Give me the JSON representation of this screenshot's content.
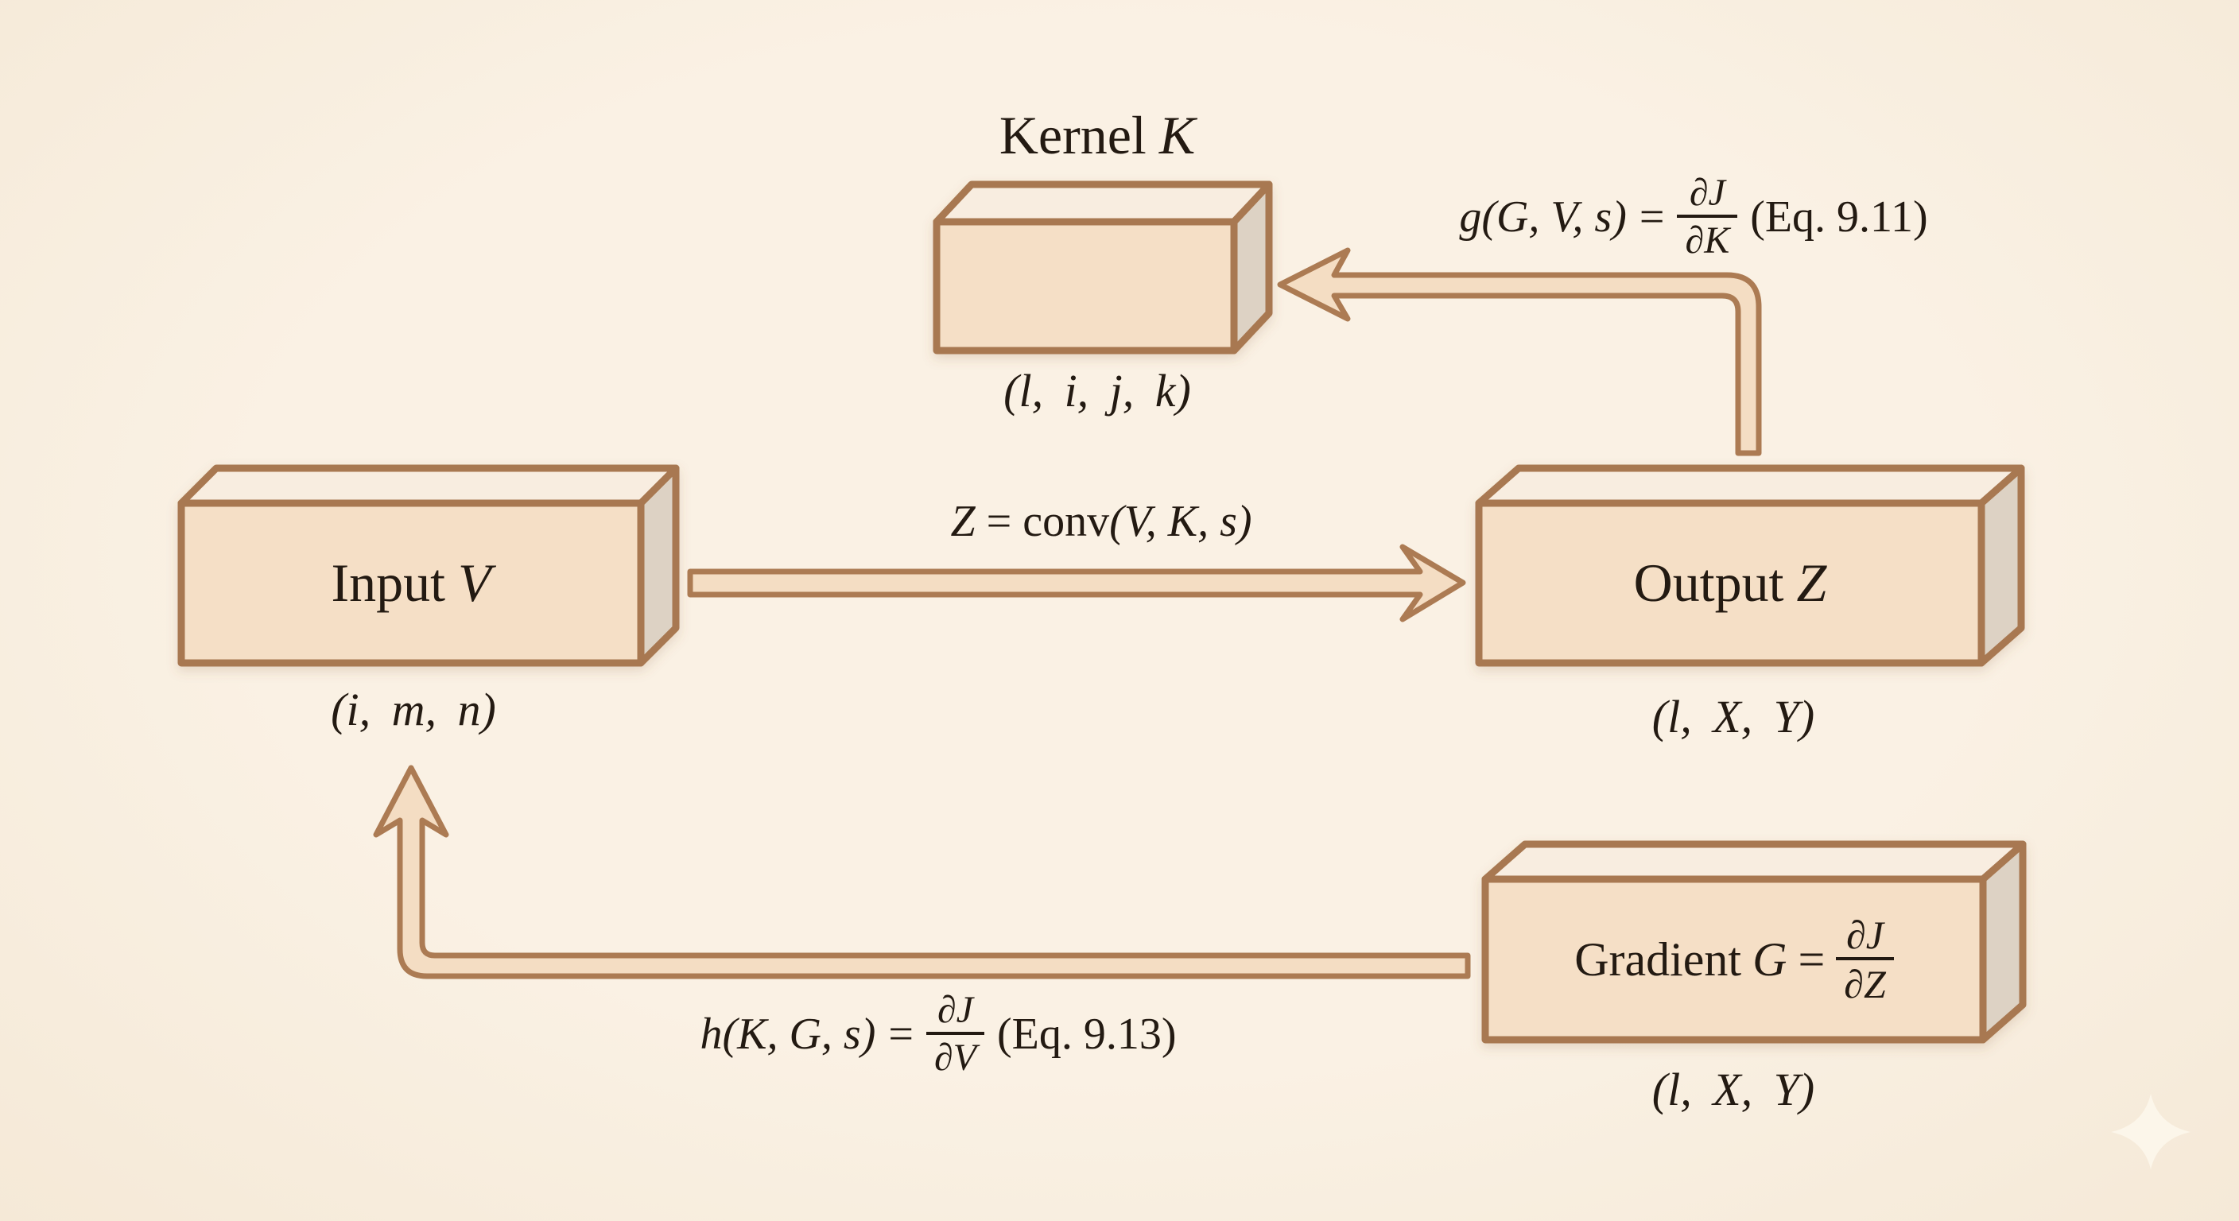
{
  "palette": {
    "background": "#f9efe2",
    "box_border": "#a87851",
    "box_front_face": "#f5dfc6",
    "box_top_face": "#f8ede0",
    "box_side_face": "#ddd2c4",
    "arrow_fill": "#f4ddc3",
    "arrow_border": "#ac7b53",
    "text": "#231a12",
    "sparkle": "#fcf6ea"
  },
  "boxes": {
    "kernel": {
      "name": "Kernel",
      "symbol": "K",
      "dims": "(l, i, j, k)"
    },
    "input": {
      "name": "Input",
      "symbol": "V",
      "dims": "(i, m, n)"
    },
    "output": {
      "name": "Output",
      "symbol": "Z",
      "dims": "(l, X, Y)"
    },
    "gradient": {
      "name": "Gradient",
      "symbol": "G",
      "equals": "=",
      "frac_num": "∂J",
      "frac_den": "∂Z",
      "dims": "(l, X, Y)"
    }
  },
  "equations": {
    "forward": {
      "lhs": "Z",
      "equals": "=",
      "func": "conv",
      "args": "(V, K, s)"
    },
    "kernel_gradient": {
      "lhs": "g(G, V, s)",
      "equals": "=",
      "frac_num": "∂J",
      "frac_den": "∂K",
      "ref": "(Eq. 9.11)"
    },
    "input_gradient": {
      "lhs": "h(K, G, s)",
      "equals": "=",
      "frac_num": "∂J",
      "frac_den": "∂V",
      "ref": "(Eq. 9.13)"
    }
  },
  "icons": {
    "sparkle": "four-pointed-star-sparkle"
  }
}
